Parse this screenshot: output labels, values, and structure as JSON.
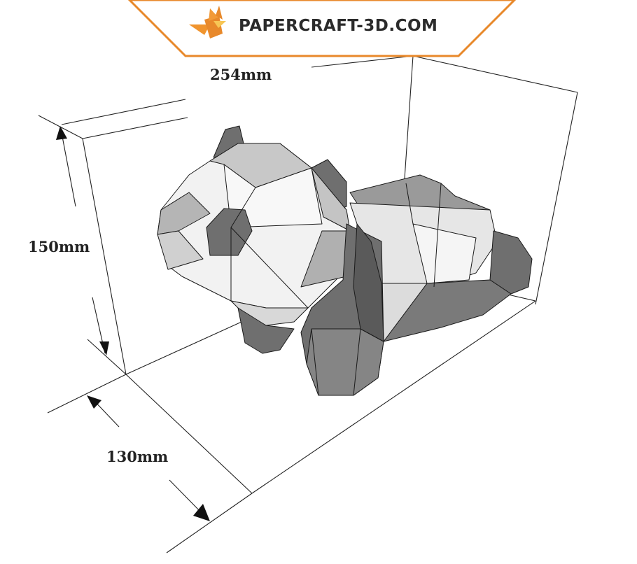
{
  "logo": {
    "text": "PAPERCRAFT-3D.COM",
    "accent_color": "#e8892b"
  },
  "dimensions": {
    "width": "254mm",
    "height": "150mm",
    "depth": "130mm"
  },
  "colors": {
    "dark": "#6f6f6f",
    "mid": "#bcbcbc",
    "light": "#f3f3f3"
  }
}
